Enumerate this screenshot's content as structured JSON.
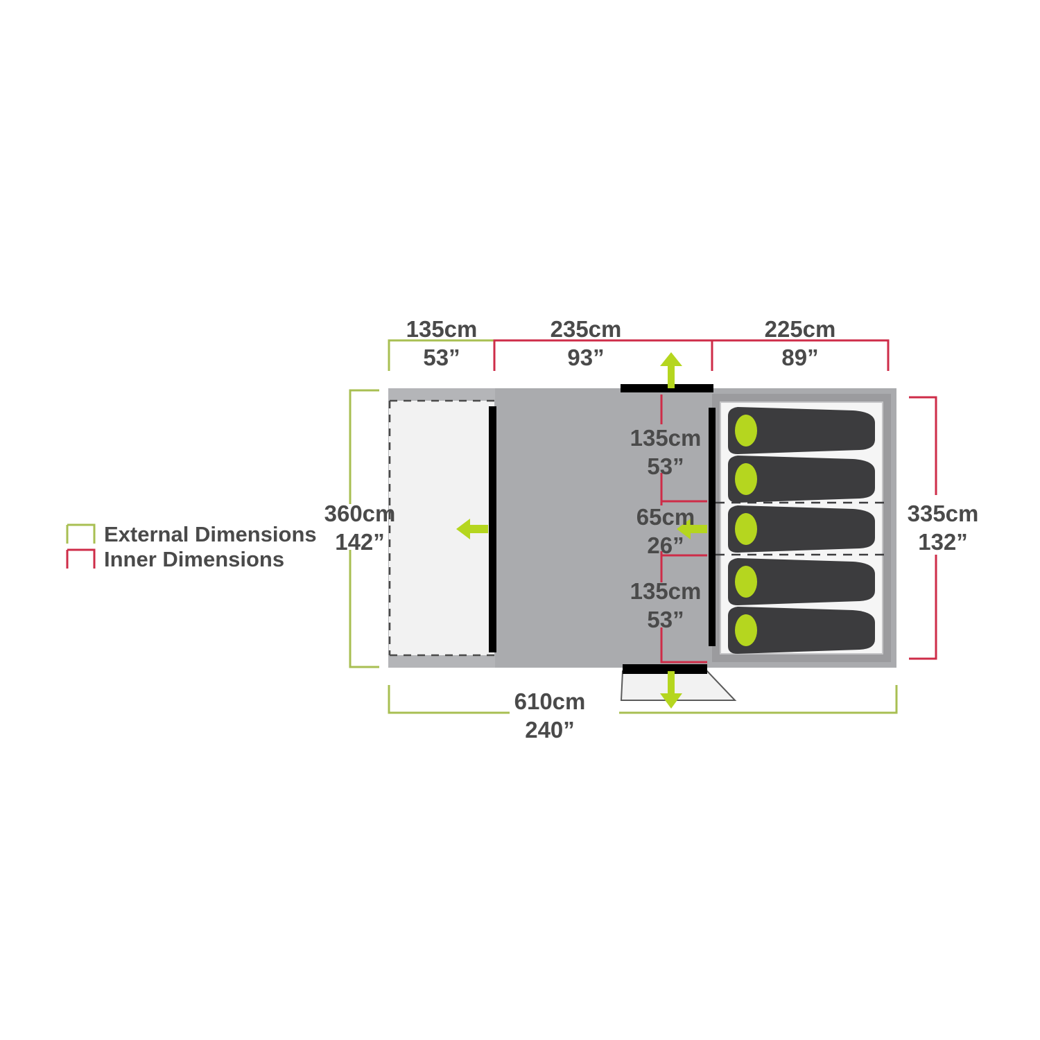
{
  "legend": {
    "items": [
      {
        "label": "External Dimensions",
        "color": "#a8bf52",
        "icon": "bracket-corner-icon"
      },
      {
        "label": "Inner Dimensions",
        "color": "#ce2c48",
        "icon": "bracket-corner-icon"
      }
    ]
  },
  "dimensions": {
    "top": [
      {
        "name": "porch-width",
        "cm": "135cm",
        "in": "53”",
        "type": "external"
      },
      {
        "name": "living-width",
        "cm": "235cm",
        "in": "93”",
        "type": "inner"
      },
      {
        "name": "bedroom-width",
        "cm": "225cm",
        "in": "89”",
        "type": "inner"
      }
    ],
    "left": {
      "name": "overall-depth",
      "cm": "360cm",
      "in": "142”",
      "type": "external"
    },
    "right": {
      "name": "inner-depth",
      "cm": "335cm",
      "in": "132”",
      "type": "inner"
    },
    "interior": [
      {
        "name": "upper-bedroom-depth",
        "cm": "135cm",
        "in": "53”",
        "type": "inner"
      },
      {
        "name": "middle-bedroom-depth",
        "cm": "65cm",
        "in": "26”",
        "type": "inner"
      },
      {
        "name": "lower-bedroom-depth",
        "cm": "135cm",
        "in": "53”",
        "type": "inner"
      }
    ],
    "bottom": {
      "name": "overall-width",
      "cm": "610cm",
      "in": "240”",
      "type": "external"
    }
  },
  "tent": {
    "sleeping_bag_count": 5,
    "door_arrows": [
      {
        "name": "top-door-arrow",
        "direction": "up"
      },
      {
        "name": "bottom-door-arrow",
        "direction": "down"
      },
      {
        "name": "left-door-arrow",
        "direction": "left"
      },
      {
        "name": "inner-door-arrow",
        "direction": "left"
      }
    ]
  },
  "colors": {
    "external": "#a8bf52",
    "inner": "#ce2c48",
    "body_gray": "#aaabae",
    "porch_gray": "#b4b5b8",
    "canopy_light": "#f2f2f2",
    "frame_gray": "#9b9b9e",
    "sleeping_bag": "#3c3c3e",
    "sleeping_bag_head": "#b5d61f",
    "arrow_green": "#b5d61f",
    "door_black": "#000000",
    "text": "#4a4a4a"
  }
}
